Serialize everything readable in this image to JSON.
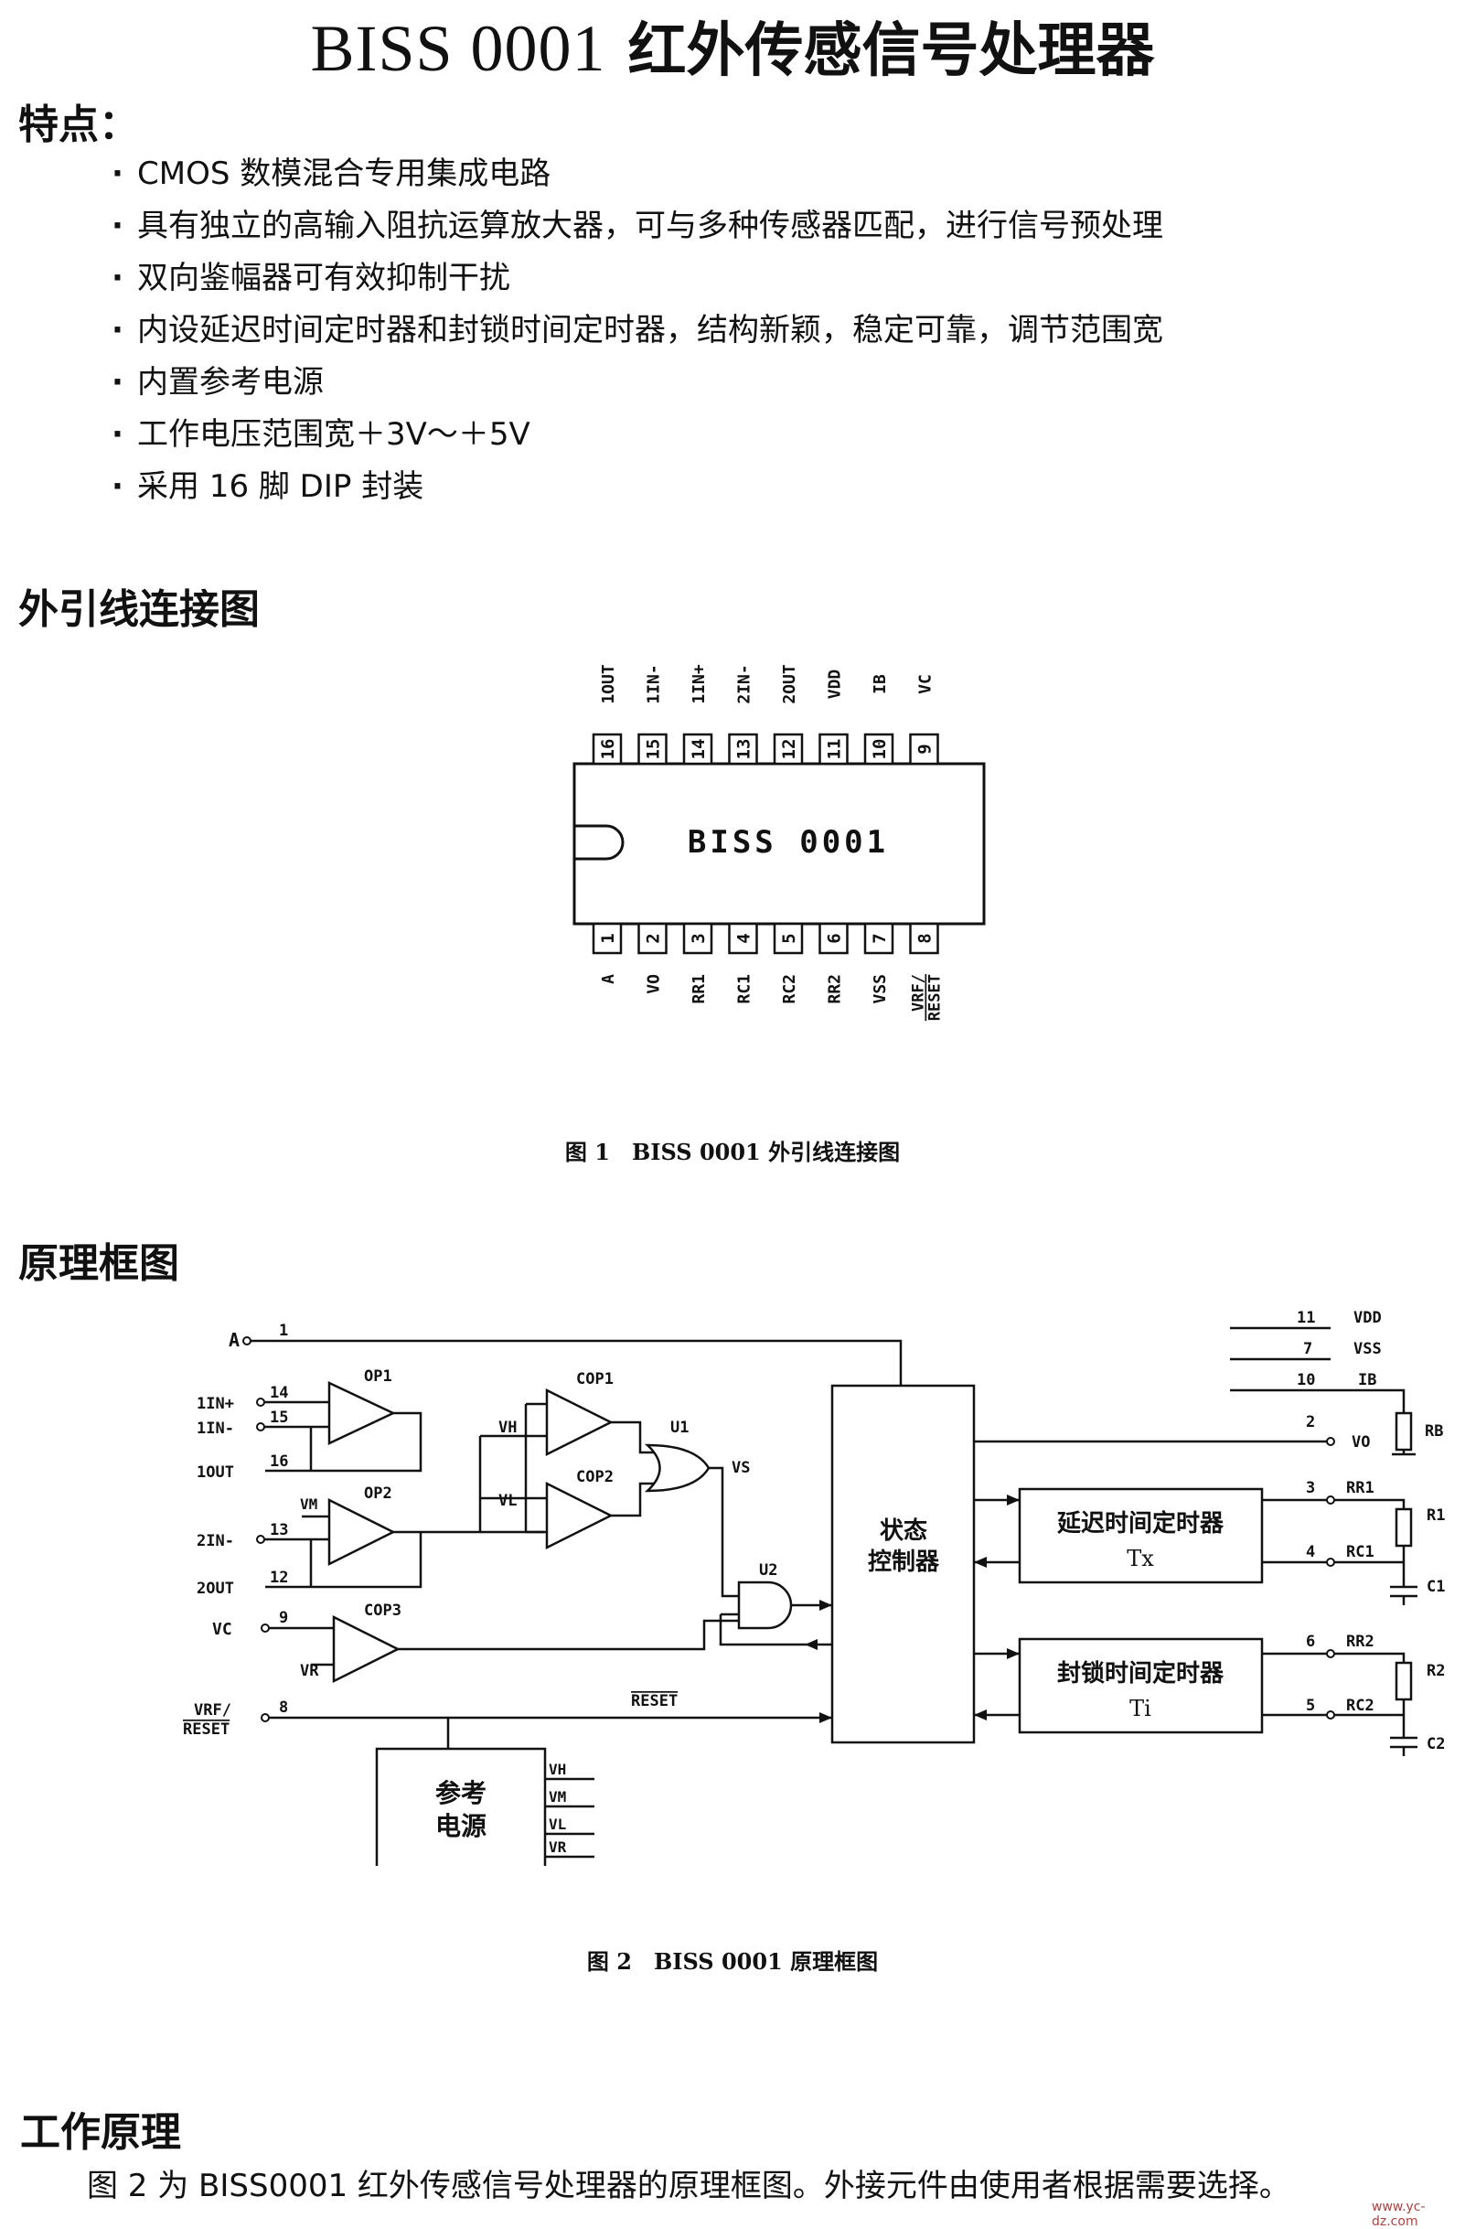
{
  "title": {
    "en": "BISS 0001",
    "cn": "红外传感信号处理器"
  },
  "features": {
    "heading": "特点：",
    "items": [
      "CMOS 数模混合专用集成电路",
      "具有独立的高输入阻抗运算放大器，可与多种传感器匹配，进行信号预处理",
      "双向鉴幅器可有效抑制干扰",
      "内设延迟时间定时器和封锁时间定时器，结构新颖，稳定可靠，调节范围宽",
      "内置参考电源",
      "工作电压范围宽＋3V～＋5V",
      "采用 16 脚 DIP 封装"
    ]
  },
  "pinout": {
    "heading": "外引线连接图",
    "chip_label": "BISS 0001",
    "top_pins": [
      {
        "num": "16",
        "name": "1OUT"
      },
      {
        "num": "15",
        "name": "1IN-"
      },
      {
        "num": "14",
        "name": "1IN+"
      },
      {
        "num": "13",
        "name": "2IN-"
      },
      {
        "num": "12",
        "name": "2OUT"
      },
      {
        "num": "11",
        "name": "VDD"
      },
      {
        "num": "10",
        "name": "IB"
      },
      {
        "num": "9",
        "name": "VC"
      }
    ],
    "bottom_pins": [
      {
        "num": "1",
        "name": "A"
      },
      {
        "num": "2",
        "name": "VO"
      },
      {
        "num": "3",
        "name": "RR1"
      },
      {
        "num": "4",
        "name": "RC1"
      },
      {
        "num": "5",
        "name": "RC2"
      },
      {
        "num": "6",
        "name": "RR2"
      },
      {
        "num": "7",
        "name": "VSS"
      },
      {
        "num": "8",
        "name": "VRF/RESET"
      }
    ],
    "caption": "图 1　BISS 0001 外引线连接图"
  },
  "block_diagram": {
    "heading": "原理框图",
    "labels": {
      "A": "A",
      "p1": "1",
      "in1p": "1IN+",
      "p14": "14",
      "in1n": "1IN-",
      "p15": "15",
      "out1": "1OUT",
      "p16": "16",
      "in2n": "2IN-",
      "p13": "13",
      "out2": "2OUT",
      "p12": "12",
      "vc": "VC",
      "p9": "9",
      "vrf": "VRF/",
      "reset_pin": "RESET",
      "p8": "8",
      "op1": "OP1",
      "op2": "OP2",
      "vm": "VM",
      "cop1": "COP1",
      "cop2": "COP2",
      "cop3": "COP3",
      "vh": "VH",
      "vl": "VL",
      "vr": "VR",
      "u1": "U1",
      "u2": "U2",
      "vs": "VS",
      "reset_bar": "RESET",
      "state1": "状态",
      "state2": "控制器",
      "delay1": "延迟时间定时器",
      "delay2": "Tx",
      "block1": "封锁时间定时器",
      "block2": "Ti",
      "ref1": "参考",
      "ref2": "电源",
      "ref_out": [
        "VH",
        "VM",
        "VL",
        "VR"
      ],
      "p11": "11",
      "vdd": "VDD",
      "p7": "7",
      "vss": "VSS",
      "p10": "10",
      "ib": "IB",
      "p2": "2",
      "vo": "VO",
      "rb": "RB",
      "p3": "3",
      "rr1": "RR1",
      "r1": "R1",
      "p4": "4",
      "rc1": "RC1",
      "c1": "C1",
      "p6": "6",
      "rr2": "RR2",
      "r2": "R2",
      "p5": "5",
      "rc2": "RC2",
      "c2": "C2"
    },
    "caption": "图 2　BISS 0001 原理框图"
  },
  "principle": {
    "heading": "工作原理",
    "text": "图 2 为 BISS0001 红外传感信号处理器的原理框图。外接元件由使用者根据需要选择。"
  },
  "watermark": "www.yc-dz.com"
}
